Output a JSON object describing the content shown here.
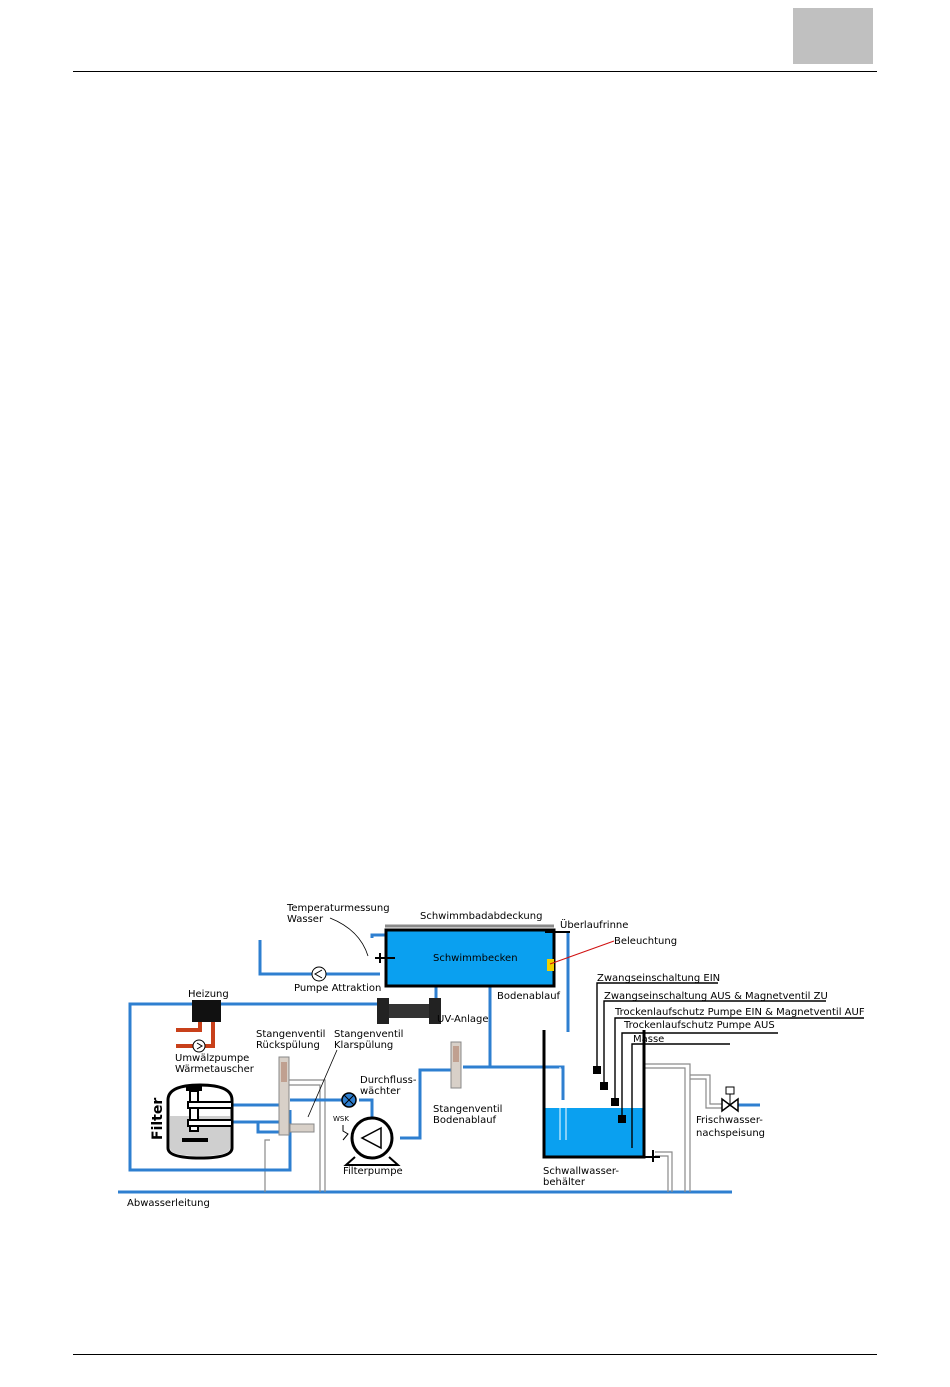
{
  "labels": {
    "temp": "Temperaturmessung",
    "temp2": "Wasser",
    "cover": "Schwimmbadabdeckung",
    "overflow": "Überlaufrinne",
    "light": "Beleuchtung",
    "pool": "Schwimmbecken",
    "pump_attr": "Pumpe Attraktion",
    "floor_drain": "Bodenablauf",
    "uv": "UV-Anlage",
    "heating": "Heizung",
    "circ1": "Umwälzpumpe",
    "circ2": "Wärmetauscher",
    "rod_back1": "Stangenventil",
    "rod_back2": "Rückspülung",
    "rod_clear1": "Stangenventil",
    "rod_clear2": "Klarspülung",
    "flow1": "Durchfluss-",
    "flow2": "wächter",
    "wsk": "WSK",
    "rod_floor1": "Stangenventil",
    "rod_floor2": "Bodenablauf",
    "filter": "Filter",
    "filter_pump": "Filterpumpe",
    "surge1": "Schwallwasser-",
    "surge2": "behälter",
    "fresh1": "Frischwasser-",
    "fresh2": "nachspeisung",
    "waste": "Abwasserleitung",
    "s1": "Zwangseinschaltung EIN",
    "s2": "Zwangseinschaltung AUS & Magnetventil ZU",
    "s3": "Trockenlaufschutz Pumpe EIN & Magnetventil AUF",
    "s4": "Trockenlaufschutz Pumpe AUS",
    "s5": "Masse"
  },
  "colors": {
    "water": "#0aa0f0",
    "pipe": "#2e7fd0",
    "heating_pipe": "#c8401a",
    "header_box": "#c0c0c0"
  }
}
